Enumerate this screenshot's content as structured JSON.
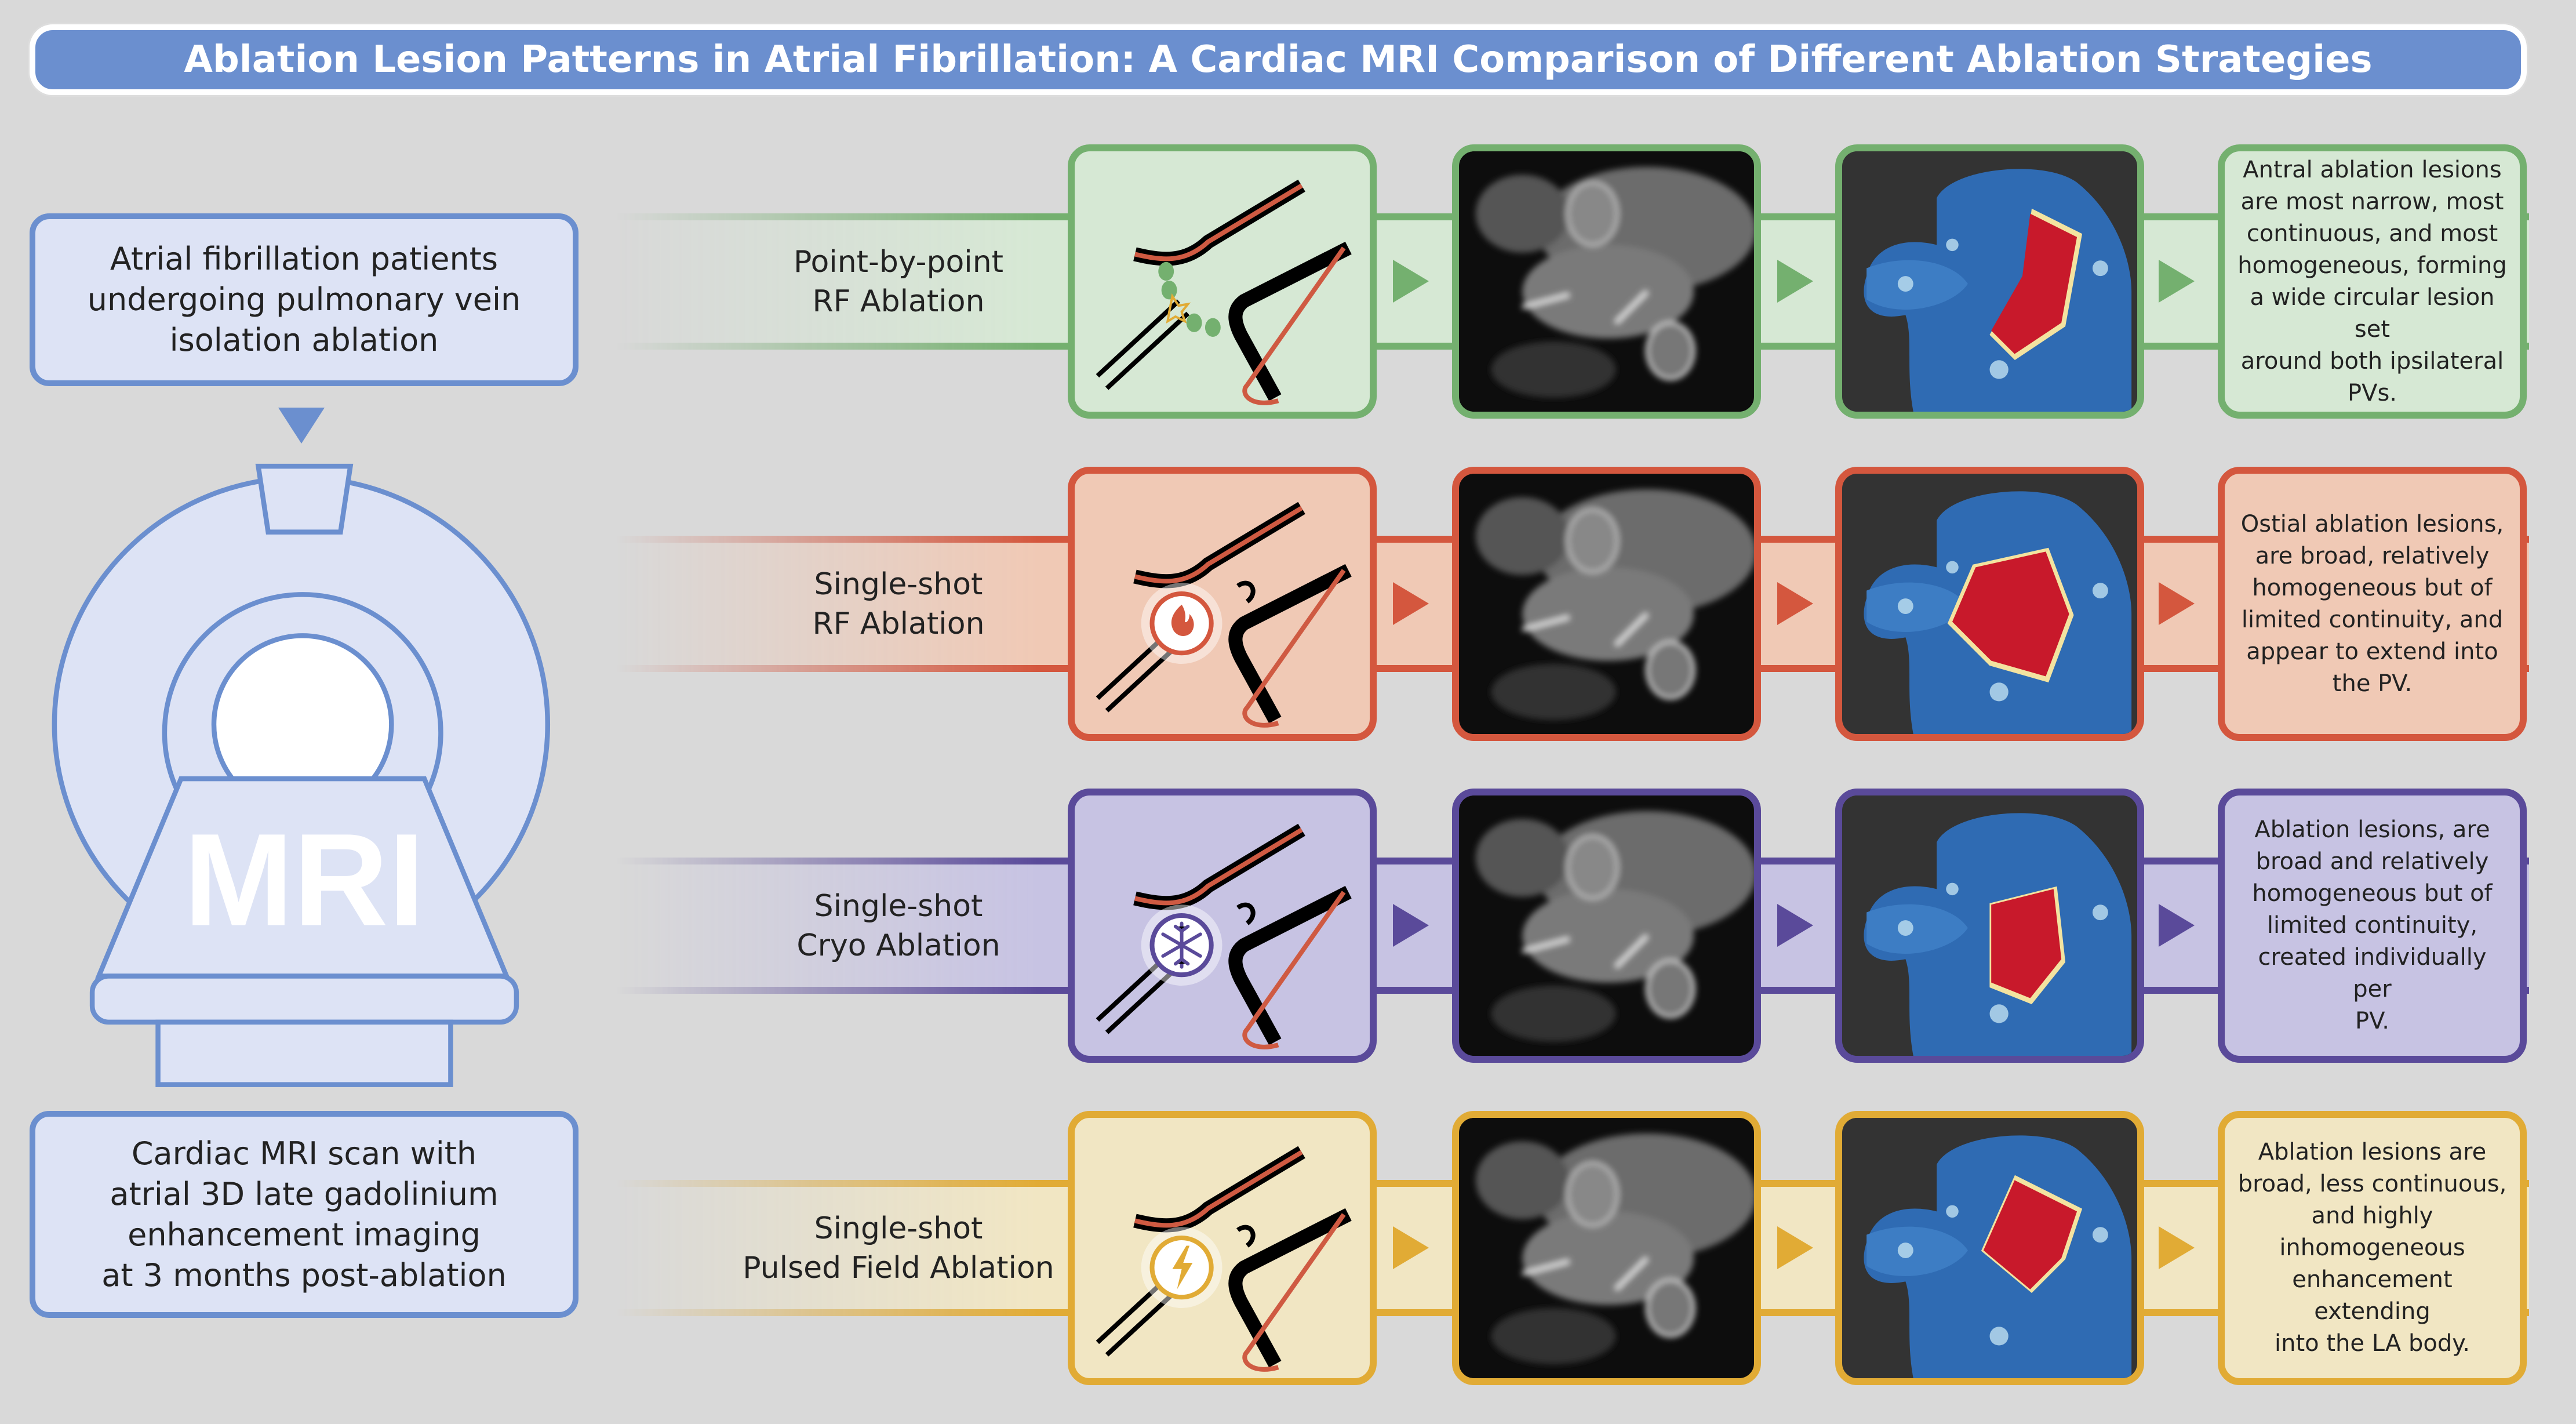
{
  "title": "Ablation Lesion Patterns in Atrial Fibrillation: A Cardiac MRI Comparison of Different Ablation Strategies",
  "left": {
    "patients": "Atrial fibrillation patients\nundergoing pulmonary vein\nisolation ablation",
    "mri_label": "MRI",
    "scan": "Cardiac MRI scan with\natrial 3D late gadolinium\nenhancement imaging\nat 3 months post-ablation"
  },
  "rows": [
    {
      "label": "Point-by-point\nRF Ablation",
      "icon": "point-by-point-lesion-dots",
      "border": "#74b06f",
      "fill": "#d6e8d4",
      "description": "Antral ablation lesions\nare most narrow, most\ncontinuous, and most\nhomogeneous, forming\na wide circular lesion set\naround both ipsilateral\nPVs."
    },
    {
      "label": "Single-shot\nRF Ablation",
      "icon": "flame-icon",
      "border": "#d4573e",
      "fill": "#f0c9b5",
      "description": "Ostial ablation lesions,\nare broad, relatively\nhomogeneous but of\nlimited continuity, and\nappear to extend into\nthe PV."
    },
    {
      "label": "Single-shot\nCryo Ablation",
      "icon": "snowflake-icon",
      "border": "#5a4a9a",
      "fill": "#c7c3e3",
      "description": "Ablation lesions, are\nbroad and relatively\nhomogeneous but of\nlimited continuity,\ncreated individually per\nPV."
    },
    {
      "label": "Single-shot\nPulsed Field Ablation",
      "icon": "lightning-icon",
      "border": "#e1ab35",
      "fill": "#f1e6c3",
      "description": "Ablation lesions are\nbroad, less continuous,\nand highly\ninhomogeneous\nenhancement extending\ninto the LA body."
    }
  ]
}
